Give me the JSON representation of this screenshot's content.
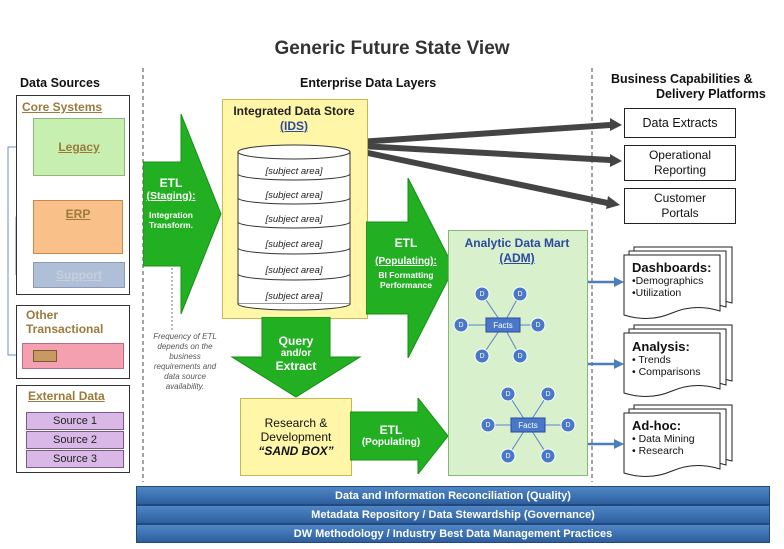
{
  "title": "Generic Future State View",
  "columns": {
    "data_sources": "Data Sources",
    "enterprise": "Enterprise Data Layers",
    "business_line1": "Business Capabilities &",
    "business_line2": "Delivery Platforms"
  },
  "core_systems": {
    "label": "Core Systems",
    "legacy": "Legacy",
    "erp": "ERP",
    "support": "Support"
  },
  "other_transactional": {
    "line1": "Other",
    "line2": "Transactional"
  },
  "external_data": {
    "label": "External Data",
    "sources": [
      "Source 1",
      "Source 2",
      "Source 3"
    ]
  },
  "etl_staging": {
    "title": "ETL",
    "sub": "(Staging):",
    "line1": "Integration",
    "line2": "Transform."
  },
  "ids": {
    "title": "Integrated Data Store",
    "abbr": "(IDS)",
    "subject_areas": [
      "[subject area]",
      "[subject area]",
      "[subject area]",
      "[subject area]",
      "[subject area]",
      "[subject area]"
    ]
  },
  "etl_populating_top": {
    "title": "ETL",
    "sub": "(Populating):",
    "line1": "BI Formatting",
    "line2": "Performance"
  },
  "adm": {
    "title": "Analytic Data Mart",
    "abbr": "(ADM)",
    "facts_label": "Facts",
    "dim_label": "D"
  },
  "query": {
    "line1": "Query",
    "line2": "and/or",
    "line3": "Extract"
  },
  "sandbox": {
    "line1": "Research &",
    "line2": "Development",
    "line3": "“SAND BOX”"
  },
  "etl_populating_bottom": {
    "title": "ETL",
    "sub": "(Populating)"
  },
  "note_lines": [
    "Frequency of ETL",
    "depends on the",
    "business",
    "requirements and",
    "data source",
    "availability."
  ],
  "outputs": {
    "data_extracts": "Data Extracts",
    "operational_line1": "Operational",
    "operational_line2": "Reporting",
    "customer_line1": "Customer",
    "customer_line2": "Portals"
  },
  "docs": [
    {
      "title": "Dashboards:",
      "items": [
        "•Demographics",
        "•Utilization"
      ]
    },
    {
      "title": "Analysis:",
      "items": [
        "• Trends",
        "• Comparisons"
      ]
    },
    {
      "title": "Ad-hoc:",
      "items": [
        "• Data Mining",
        "• Research"
      ]
    }
  ],
  "bars": [
    "Data and Information Reconciliation (Quality)",
    "Metadata Repository / Data Stewardship (Governance)",
    "DW Methodology / Industry Best Data Management Practices"
  ],
  "colors": {
    "green_arrow": "#22b022",
    "ids_fill": "#fff6a8",
    "adm_fill": "#d8f0cc",
    "legacy_fill": "#c6efb0",
    "erp_fill": "#f9c08a",
    "support_fill": "#b0bfd8",
    "other_fill": "#f4a0b0",
    "source_fill": "#d9b8e8",
    "bar_blue": "#3a6fb0"
  }
}
